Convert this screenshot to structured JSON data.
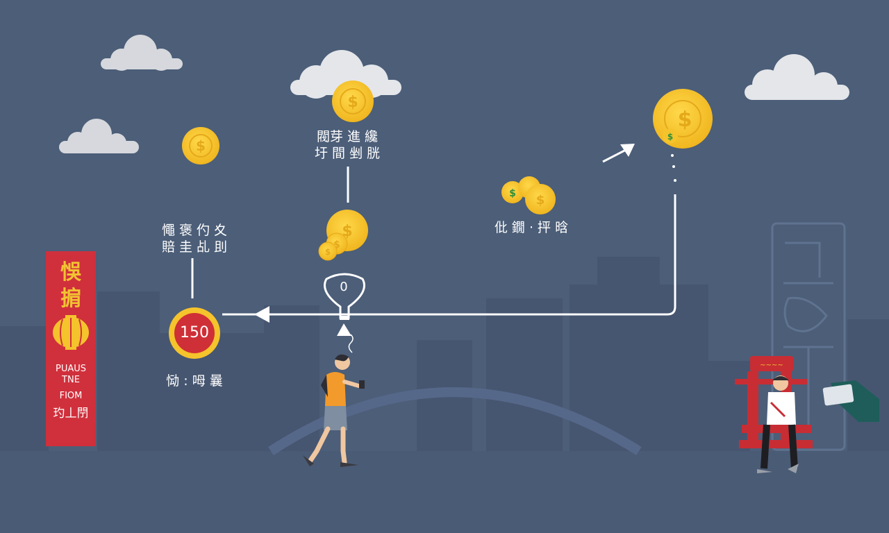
{
  "labels": {
    "top_center": [
      "閥芽 進 纔",
      "圩 間 剉 胱"
    ],
    "left_mid": [
      "憴 褒 仢 夊",
      "賠 圭 乩 刞"
    ],
    "right_mid": "仳 鐗 · 抨 晗",
    "below_badge": "恸 : 呣 曩"
  },
  "badge_value": "150",
  "funnel_value": "0",
  "banner": {
    "title_lines": [
      "悞",
      "掮"
    ],
    "text_lines": [
      "PUAUS",
      "TNE",
      "FIOM",
      "玓丄閅"
    ]
  },
  "colors": {
    "background": "#4c5e78",
    "coin": "#f5c32c",
    "accent_red": "#d0303c",
    "line": "#ffffff"
  }
}
